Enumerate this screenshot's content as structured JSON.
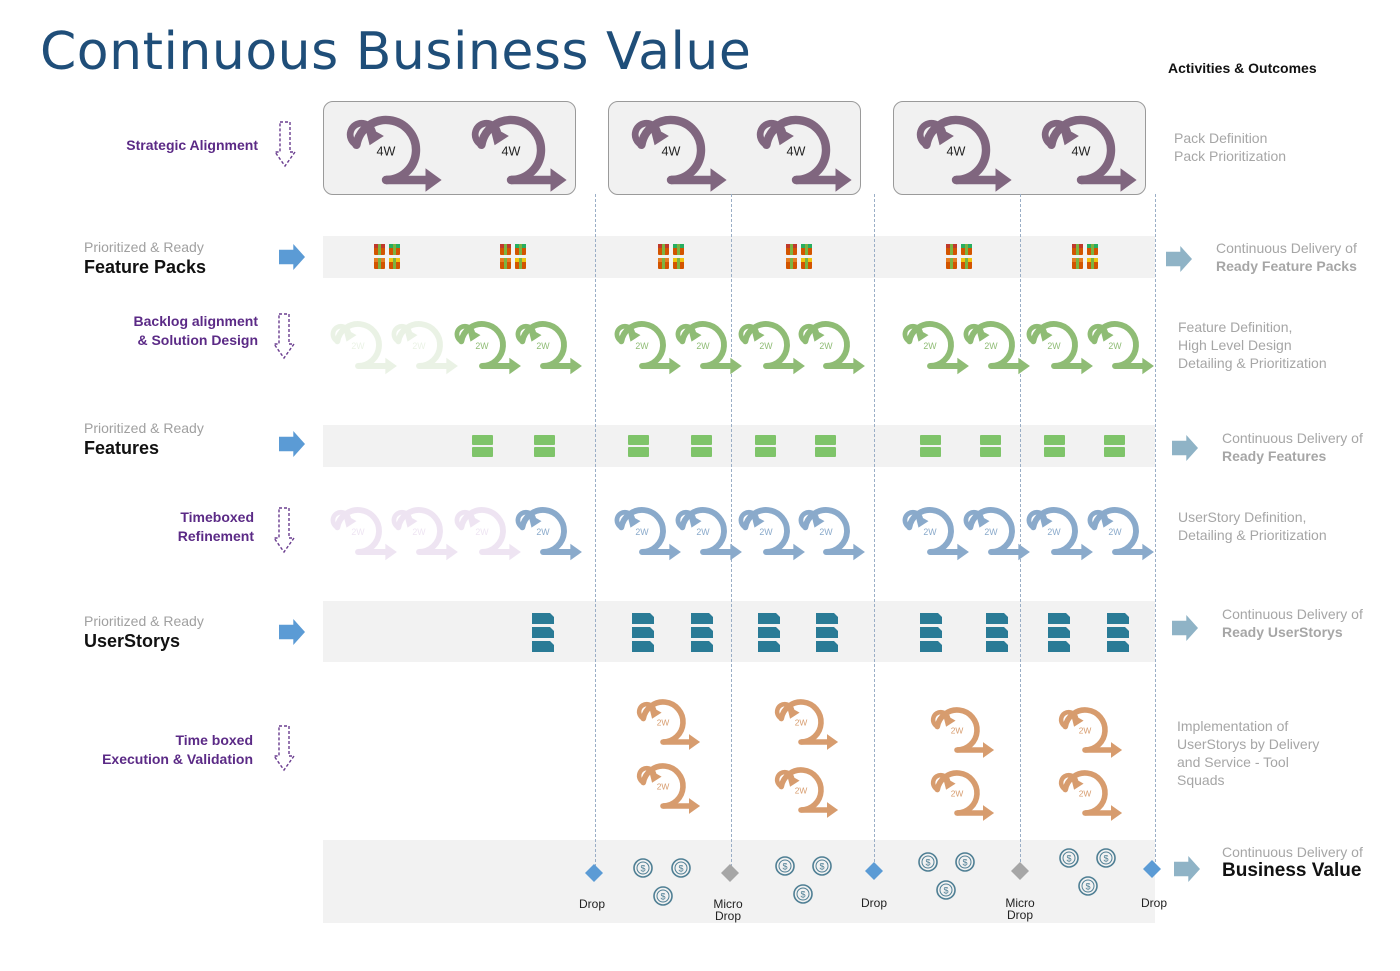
{
  "title": "Continuous Business Value",
  "header_right": "Activities & Outcomes",
  "colors": {
    "title": "#1f4e79",
    "purple_label": "#5b2a86",
    "cycle_4w": "#80667f",
    "cycle_backlog": "#8fbc75",
    "cycle_refine": "#8aaacb",
    "cycle_exec": "#d79c6e",
    "arrow_blue": "#5b9bd5",
    "feature_green": "#7fc46a",
    "userstory_teal": "#2a7b96",
    "drop_blue": "#5b9bd5",
    "drop_gray": "#a6a6a6",
    "coin": "#4f7f94"
  },
  "rows": {
    "strategic": {
      "label_lines": [
        "Strategic Alignment"
      ],
      "cycle_label": "4W",
      "right": [
        "Pack Definition",
        "Pack Prioritization"
      ]
    },
    "feature_packs": {
      "sub": "Prioritized & Ready",
      "main": "Feature Packs",
      "right_sub": "Continuous Delivery of",
      "right_main": "Ready Feature Packs"
    },
    "backlog": {
      "label_lines": [
        "Backlog alignment",
        "& Solution Design"
      ],
      "cycle_label": "2W",
      "right": [
        "Feature Definition,",
        "High Level Design",
        "Detailing & Prioritization"
      ]
    },
    "features": {
      "sub": "Prioritized & Ready",
      "main": "Features",
      "right_sub": "Continuous Delivery of",
      "right_main": "Ready Features"
    },
    "refinement": {
      "label_lines": [
        "Timeboxed",
        "Refinement"
      ],
      "cycle_label": "2W",
      "right": [
        "UserStory Definition,",
        "Detailing & Prioritization"
      ]
    },
    "userstorys": {
      "sub": "Prioritized & Ready",
      "main": "UserStorys",
      "right_sub": "Continuous Delivery of",
      "right_main": "Ready UserStorys"
    },
    "execution": {
      "label_lines": [
        "Time boxed",
        "Execution & Validation"
      ],
      "cycle_label": "2W",
      "right": [
        "Implementation of",
        "UserStorys by Delivery",
        "and Service - Tool",
        "Squads"
      ]
    },
    "business_value": {
      "right_sub": "Continuous Delivery of",
      "right_main": "Business Value"
    }
  },
  "drops": [
    {
      "label_lines": [
        "Drop"
      ],
      "kind": "major"
    },
    {
      "label_lines": [
        "Micro",
        "Drop"
      ],
      "kind": "micro"
    },
    {
      "label_lines": [
        "Drop"
      ],
      "kind": "major"
    },
    {
      "label_lines": [
        "Micro",
        "Drop"
      ],
      "kind": "micro"
    },
    {
      "label_lines": [
        "Drop"
      ],
      "kind": "major"
    }
  ],
  "coin_symbol": "$"
}
